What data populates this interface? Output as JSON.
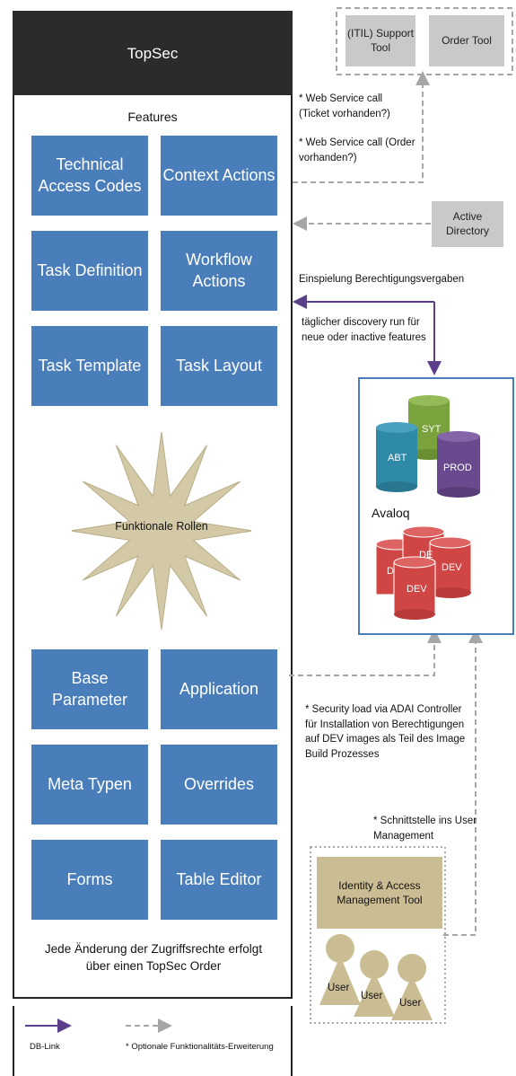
{
  "topsec": {
    "title": "TopSec",
    "features_label": "Features",
    "boxes_top": [
      "Technical Access Codes",
      "Context Actions",
      "Task Definition",
      "Workflow Actions",
      "Task Template",
      "Task Layout"
    ],
    "star_label": "Funktionale Rollen",
    "boxes_bottom": [
      "Base Parameter",
      "Application",
      "Meta Typen",
      "Overrides",
      "Forms",
      "Table Editor"
    ],
    "footer": "Jede Änderung der Zugriffsrechte erfolgt über einen TopSec Order"
  },
  "external": {
    "itil_tool": "(ITIL) Support Tool",
    "order_tool": "Order Tool",
    "active_directory": "Active Directory",
    "ws_ticket": "* Web Service call (Ticket vorhanden?)",
    "ws_order": "* Web Service call (Order vorhanden?)",
    "einspielung": "Einspielung Berechtigungsvergaben",
    "discovery": "täglicher discovery run für neue oder inactive features",
    "security_load": "* Security load via ADAI Controller für Installation von Berechtigungen auf DEV images als Teil des Image Build Prozesses",
    "schnittstelle": "* Schnittstelle ins User Management"
  },
  "avaloq": {
    "label": "Avaloq",
    "db_syt": "SYT",
    "db_abt": "ABT",
    "db_prod": "PROD",
    "dev_back_1": "DE",
    "dev_back_2": "D",
    "db_dev_right": "DEV",
    "db_dev_front": "DEV",
    "colors": {
      "syt": "#7aa33e",
      "abt": "#2f8aa8",
      "prod": "#6a4a8e",
      "dev": "#cf4645"
    }
  },
  "iam": {
    "tool": "Identity & Access Management Tool",
    "users": [
      "User",
      "User",
      "User"
    ]
  },
  "legend": {
    "db_link": "DB-Link",
    "optional": "* Optionale Funktionalitäts-Erweiterung"
  },
  "colors": {
    "feature_box": "#4a7ebb",
    "db_link": "#5b3f8a",
    "dashed": "#a6a6a6",
    "star": "#d3c9a6",
    "iam": "#cbbd93"
  }
}
